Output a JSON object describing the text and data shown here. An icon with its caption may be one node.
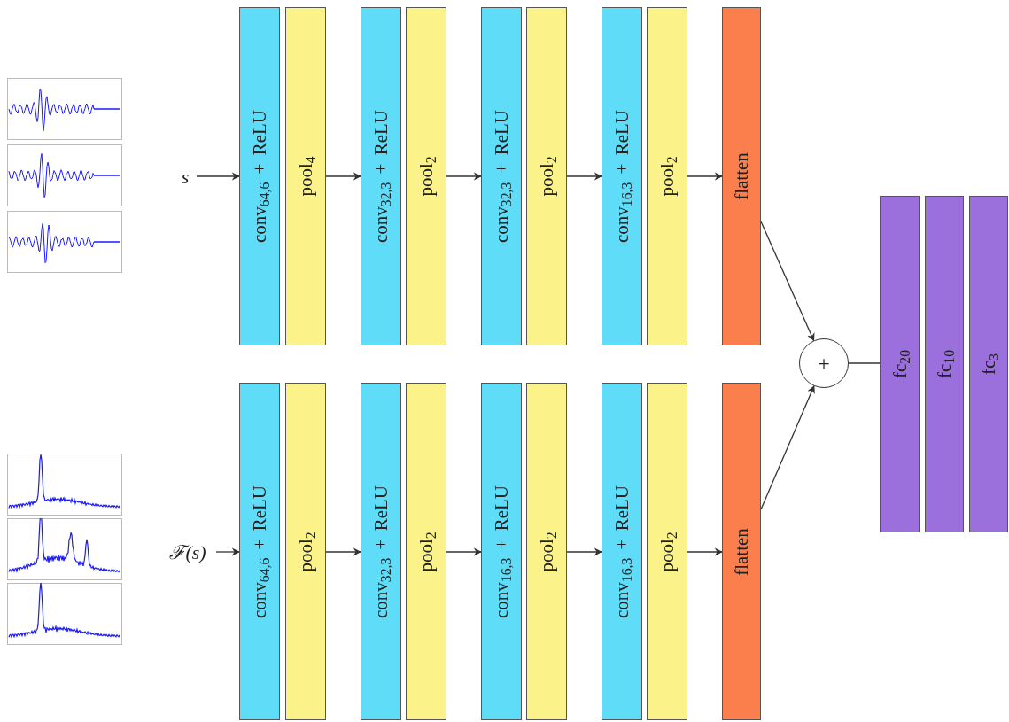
{
  "diagram": {
    "nodes": [
      {
        "text": [
          "s"
        ]
      },
      {
        "text": [
          "conv$_{64,6}$ + ReLU"
        ]
      },
      {
        "text": [
          "pool$_{4}$"
        ]
      },
      {
        "text": [
          "conv$_{32,3}$ + ReLU"
        ]
      },
      {
        "text": [
          "pool$_{2}$"
        ]
      },
      {
        "text": [
          "conv$_{32,3}$ + ReLU"
        ]
      },
      {
        "text": [
          "pool$_{2}$"
        ]
      },
      {
        "text": [
          "conv$_{16,3}$ + ReLU"
        ]
      },
      {
        "text": [
          "pool$_{2}$"
        ]
      },
      {
        "text": [
          "flatten"
        ]
      },
      {
        "text": [
          "ℱ(s)"
        ]
      },
      {
        "text": [
          "conv$_{64,6}$ + ReLU"
        ]
      },
      {
        "text": [
          "pool$_{2}$"
        ]
      },
      {
        "text": [
          "conv$_{32,3}$ + ReLU"
        ]
      },
      {
        "text": [
          "pool$_{2}$"
        ]
      },
      {
        "text": [
          "conv$_{16,3}$ + ReLU"
        ]
      },
      {
        "text": [
          "pool$_{2}$"
        ]
      },
      {
        "text": [
          "conv$_{16,3}$ + ReLU"
        ]
      },
      {
        "text": [
          "pool$_{2}$"
        ]
      },
      {
        "text": [
          "flatten"
        ]
      },
      {
        "text": [
          "+"
        ]
      },
      {
        "text": [
          "fc$_{20}$"
        ]
      },
      {
        "text": [
          "fc$_{10}$"
        ]
      },
      {
        "text": [
          "fc$_{3}$"
        ]
      }
    ],
    "edges": [
      {
        "from": 0,
        "to": 1,
        "arrow": "to"
      },
      {
        "from": 2,
        "to": 3,
        "arrow": "to"
      },
      {
        "from": 4,
        "to": 5,
        "arrow": "to"
      },
      {
        "from": 6,
        "to": 7,
        "arrow": "to"
      },
      {
        "from": 8,
        "to": 9,
        "arrow": "to"
      },
      {
        "from": 10,
        "to": 11,
        "arrow": "to"
      },
      {
        "from": 12,
        "to": 13,
        "arrow": "to"
      },
      {
        "from": 14,
        "to": 15,
        "arrow": "to"
      },
      {
        "from": 16,
        "to": 17,
        "arrow": "to"
      },
      {
        "from": 18,
        "to": 19,
        "arrow": "to"
      },
      {
        "from": 9,
        "to": 20,
        "arrow": "to"
      },
      {
        "from": 19,
        "to": 20,
        "arrow": "to"
      },
      {
        "from": 20,
        "to": 21,
        "arrow": "none"
      }
    ]
  }
}
